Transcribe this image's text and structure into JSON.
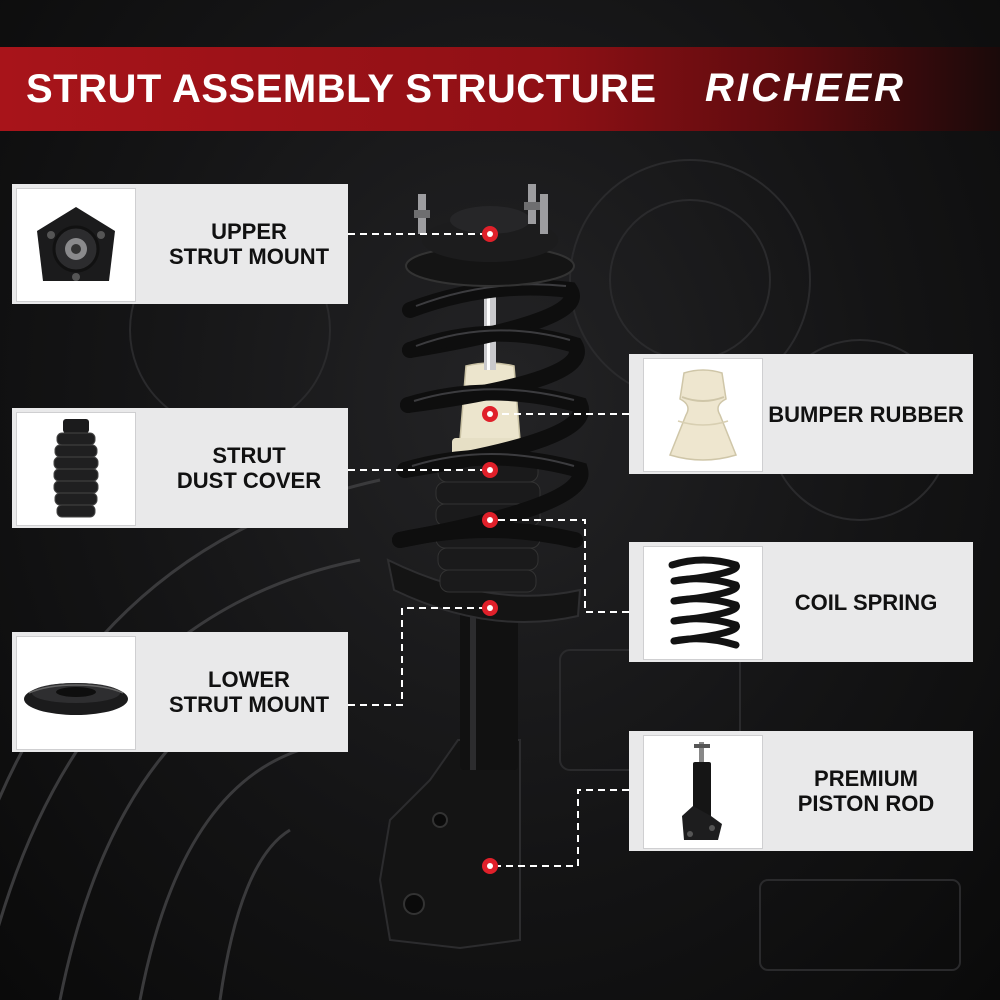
{
  "header": {
    "title": "STRUT ASSEMBLY STRUCTURE",
    "brand": "RICHEER"
  },
  "parts_left": [
    {
      "label_line1": "UPPER",
      "label_line2": "STRUT MOUNT",
      "icon": "upper-strut-mount-icon"
    },
    {
      "label_line1": "STRUT",
      "label_line2": "DUST COVER",
      "icon": "dust-cover-icon"
    },
    {
      "label_line1": "LOWER",
      "label_line2": "STRUT MOUNT",
      "icon": "lower-strut-mount-icon"
    }
  ],
  "parts_right": [
    {
      "label_line1": "BUMPER RUBBER",
      "label_line2": "",
      "icon": "bumper-rubber-icon"
    },
    {
      "label_line1": "COIL SPRING",
      "label_line2": "",
      "icon": "coil-spring-icon"
    },
    {
      "label_line1": "PREMIUM",
      "label_line2": "PISTON ROD",
      "icon": "piston-rod-icon"
    }
  ],
  "colors": {
    "banner_red": "#a8141a",
    "marker_red": "#e0202a",
    "card_bg": "#e9e9ea",
    "background": "#141415"
  }
}
